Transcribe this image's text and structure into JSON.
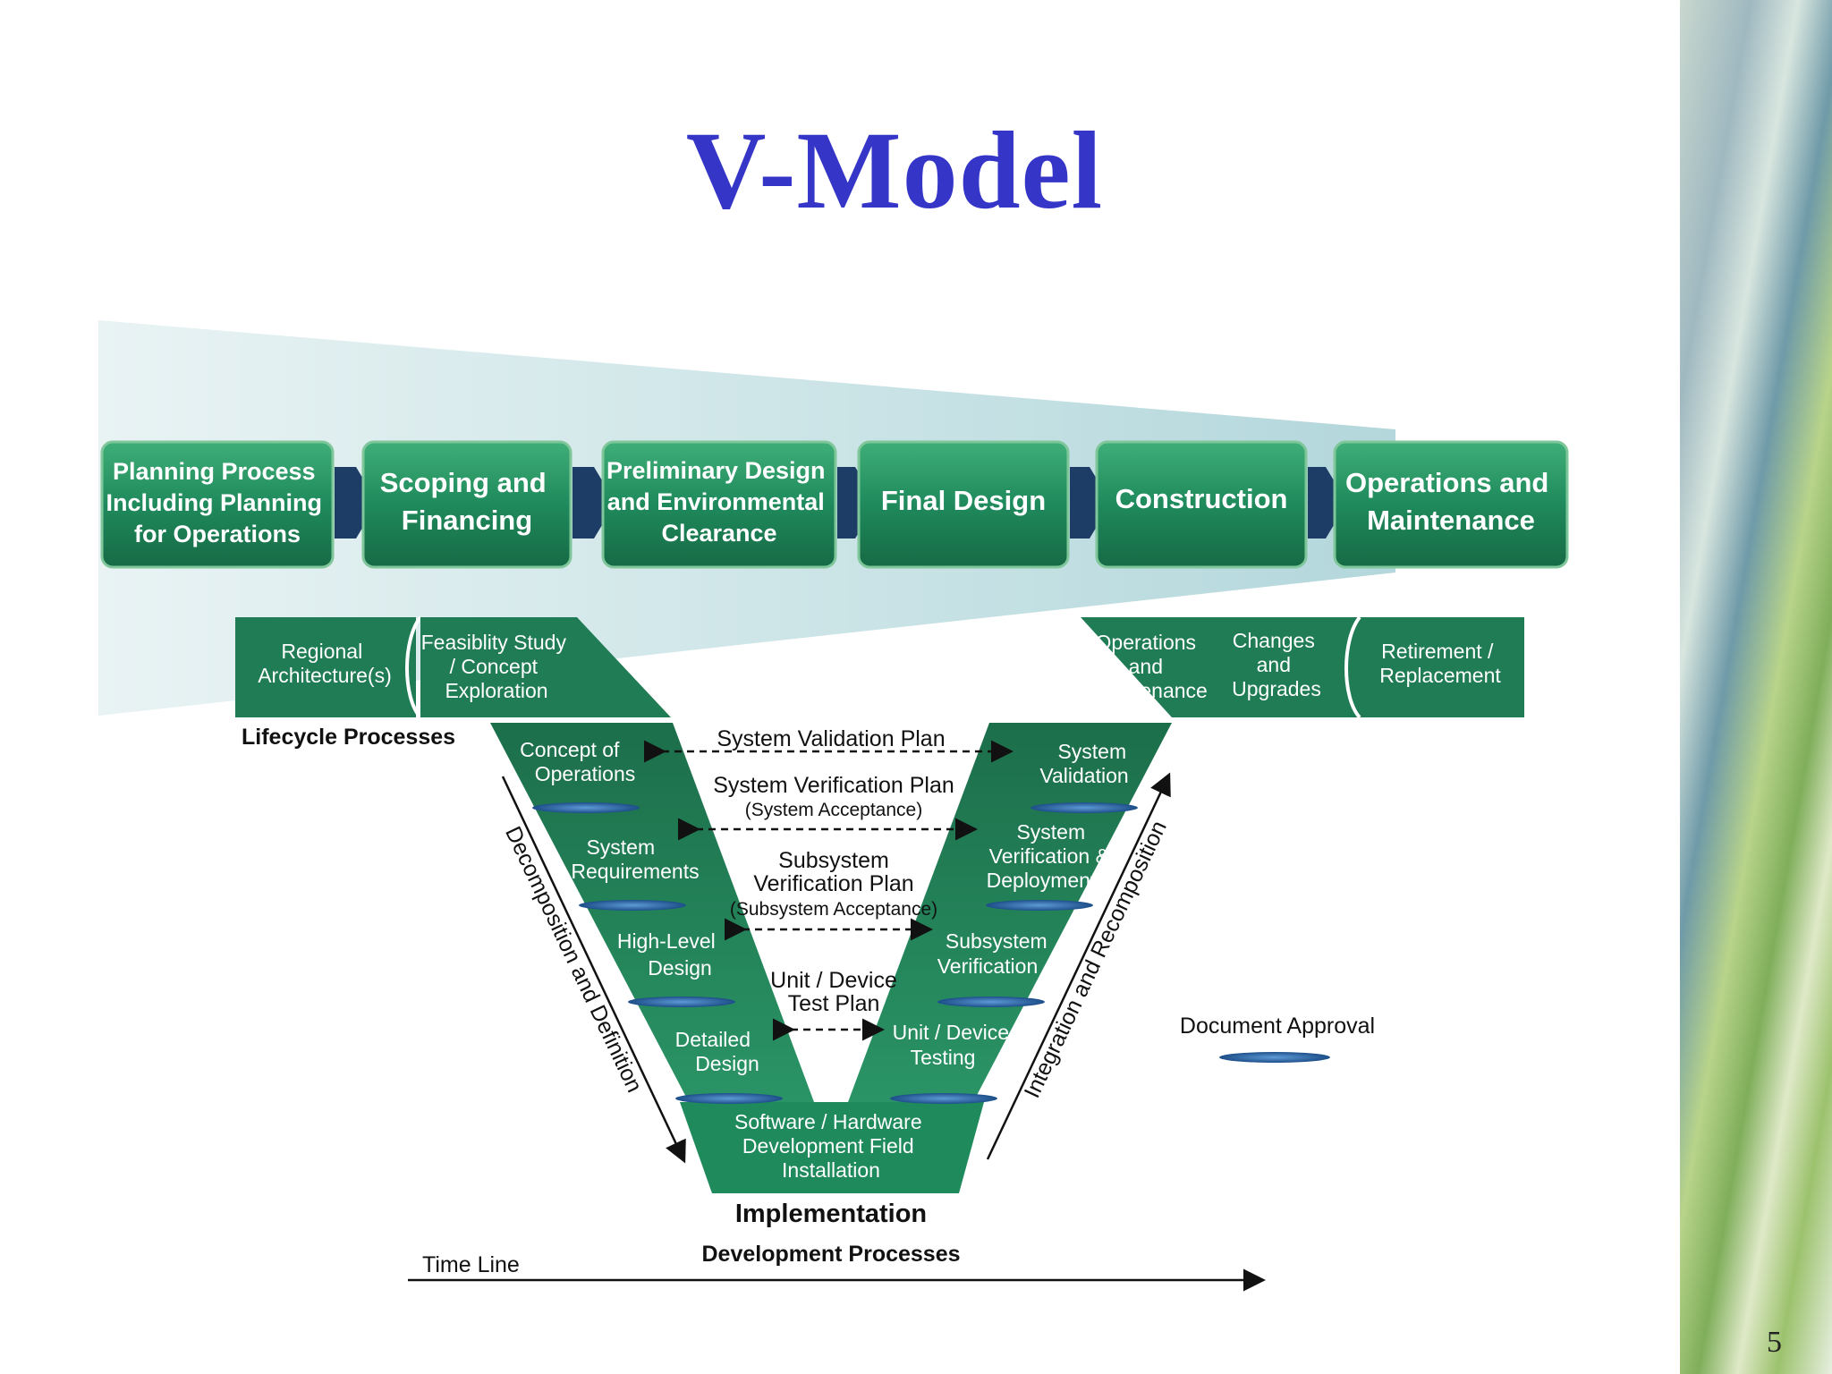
{
  "slide": {
    "title": "V-Model",
    "page_number": "5"
  },
  "colors": {
    "title": "#3535c8",
    "phase_box": "#1f8a5c",
    "v_band": "#1f7c54",
    "arrow": "#1d3d66",
    "approval_bar": "#2a5f9e"
  },
  "phases": [
    {
      "lines": [
        "Planning Process",
        "Including Planning",
        "for Operations"
      ]
    },
    {
      "lines": [
        "Scoping and",
        "Financing"
      ]
    },
    {
      "lines": [
        "Preliminary Design",
        "and Environmental",
        "Clearance"
      ]
    },
    {
      "lines": [
        "Final Design"
      ]
    },
    {
      "lines": [
        "Construction"
      ]
    },
    {
      "lines": [
        "Operations and",
        "Maintenance"
      ]
    }
  ],
  "lifecycle": {
    "regional": [
      "Regional",
      "Architecture(s)"
    ],
    "feasibility": [
      "Feasiblity Study",
      "/ Concept",
      "Exploration"
    ],
    "operations": [
      "Operations",
      "and",
      "Maintenance"
    ],
    "changes": [
      "Changes",
      "and",
      "Upgrades"
    ],
    "retirement": [
      "Retirement /",
      "Replacement"
    ],
    "label": "Lifecycle Processes"
  },
  "left_arm": [
    [
      "Concept of",
      "Operations"
    ],
    [
      "System",
      "Requirements"
    ],
    [
      "High-Level",
      "Design"
    ],
    [
      "Detailed",
      "Design"
    ]
  ],
  "right_arm": [
    [
      "System",
      "Validation"
    ],
    [
      "System",
      "Verification &",
      "Deployment"
    ],
    [
      "Subsystem",
      "Verification"
    ],
    [
      "Unit / Device",
      "Testing"
    ]
  ],
  "bottom": {
    "lines": [
      "Software / Hardware",
      "Development Field",
      "Installation"
    ],
    "implementation": "Implementation",
    "development": "Development Processes"
  },
  "plans": {
    "validation": "System Validation Plan",
    "verification": "System Verification Plan",
    "verification_sub": "(System Acceptance)",
    "subsystem_1": "Subsystem",
    "subsystem_2": "Verification Plan",
    "subsystem_sub": "(Subsystem Acceptance)",
    "unit_1": "Unit / Device",
    "unit_2": "Test Plan"
  },
  "side_labels": {
    "left": "Decomposition and Definition",
    "right": "Integration and Recomposition"
  },
  "legend": {
    "document_approval": "Document Approval"
  },
  "timeline": {
    "label": "Time Line"
  }
}
